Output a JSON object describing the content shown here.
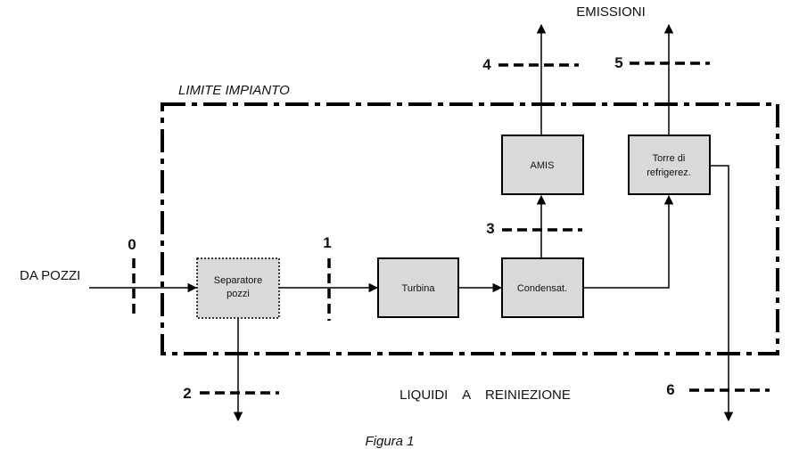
{
  "labels": {
    "emissions": "EMISSIONI",
    "plant_limit": "LIMITE IMPIANTO",
    "from_wells": "DA POZZI",
    "reinjection_liquids": "LIQUIDI    A    REINIEZIONE",
    "caption": "Figura 1"
  },
  "blocks": {
    "separator": [
      "Separatore",
      "pozzi"
    ],
    "turbine": "Turbina",
    "condenser": "Condensat.",
    "amis": "AMIS",
    "cooling_tower": [
      "Torre di",
      "refrigerez."
    ]
  },
  "sections": {
    "s0": "0",
    "s1": "1",
    "s2": "2",
    "s3": "3",
    "s4": "4",
    "s5": "5",
    "s6": "6"
  },
  "colors": {
    "box_fill": "#d9d9d9",
    "line": "#000000",
    "text": "#111111"
  }
}
